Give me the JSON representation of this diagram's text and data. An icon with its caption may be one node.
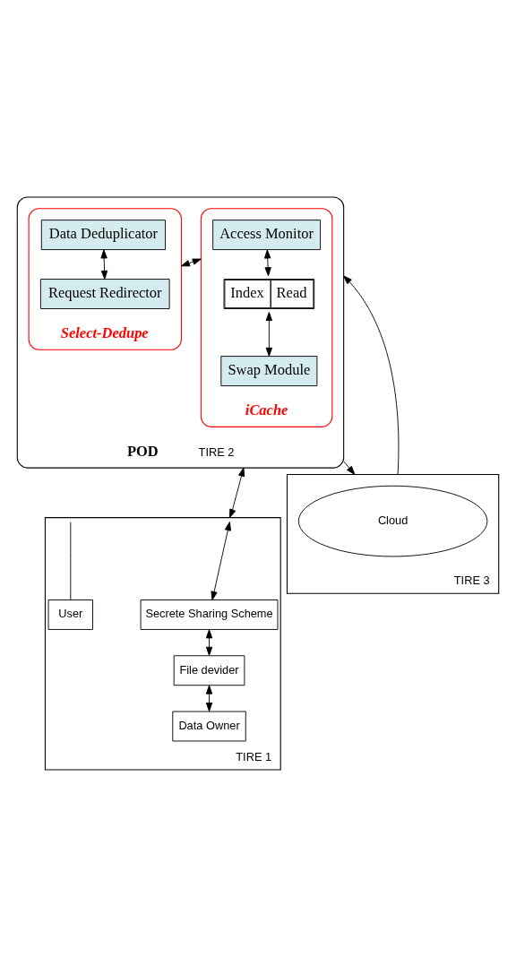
{
  "diagram": {
    "nodes": [
      {
        "text": [],
        "shape": "box",
        "beside": [
          "TIRE 3"
        ]
      },
      {
        "text": [
          "Cloud"
        ],
        "in": 0
      },
      {
        "text": [
          "POD"
        ],
        "beside": [
          "TIRE 2"
        ]
      },
      {
        "text": [
          "Select-Dedupe"
        ],
        "in": 2
      },
      {
        "text": [
          "Data Deduplicator"
        ],
        "in": 3
      },
      {
        "text": [
          "Request Redirector"
        ],
        "in": 3
      },
      {
        "text": [
          "iCache"
        ],
        "in": 2
      },
      {
        "text": [
          "Access Monitor"
        ],
        "in": 6
      },
      {
        "text": [
          "Index",
          "Read"
        ],
        "in": 6
      },
      {
        "text": [
          "Swap Module"
        ],
        "in": 6
      },
      {
        "text": [],
        "shape": "box",
        "beside": [
          "TIRE 1"
        ]
      },
      {
        "text": [
          "Secrete Sharing Scheme"
        ],
        "in": 10
      },
      {
        "text": [
          "File devider"
        ],
        "in": 10
      },
      {
        "text": [
          "Data Owner"
        ],
        "in": 10
      },
      {
        "text": [
          "User"
        ],
        "in": 10
      }
    ],
    "edges": [
      {
        "from": 0,
        "to": 2,
        "arrow": "to"
      },
      {
        "from": 2,
        "to": 0,
        "arrow": "to"
      },
      {
        "from": 4,
        "to": 5,
        "arrow": "both"
      },
      {
        "from": 3,
        "to": 6,
        "arrow": "both"
      },
      {
        "from": 7,
        "to": 8,
        "arrow": "both"
      },
      {
        "from": 8,
        "to": 9,
        "arrow": "both"
      },
      {
        "from": 2,
        "to": 10,
        "arrow": "both"
      },
      {
        "from": 10,
        "to": 11,
        "arrow": "both"
      },
      {
        "from": 11,
        "to": 12,
        "arrow": "both"
      },
      {
        "from": 12,
        "to": 13,
        "arrow": "both"
      },
      {
        "from": 10,
        "to": 14,
        "arrow": "none"
      }
    ]
  }
}
